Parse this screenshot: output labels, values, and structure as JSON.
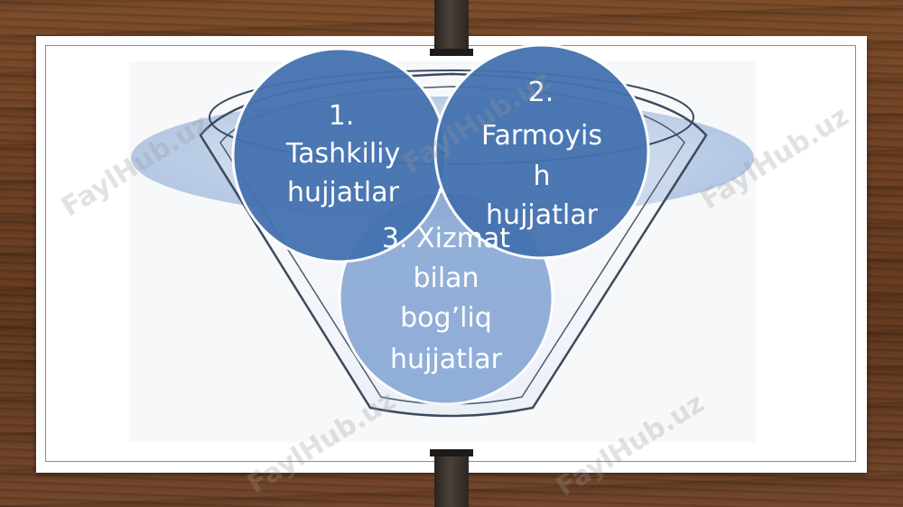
{
  "diagram": {
    "items": [
      {
        "lines": [
          "1.",
          "Tashkiliy",
          "hujjatlar"
        ]
      },
      {
        "lines": [
          "2.",
          "Farmoyis",
          "h",
          "hujjatlar"
        ]
      },
      {
        "lines": [
          "3. Xizmat",
          "bilan",
          "bog’liq",
          "hujjatlar"
        ]
      }
    ]
  },
  "watermark": {
    "text": "FaylHub.uz"
  },
  "colors": {
    "circle_dark": "#4472b0",
    "circle_light": "#8aa9d6",
    "ellipse_band": "#c9d7ea",
    "funnel_outline": "#3c4a5e",
    "frame_border": "#c9774a"
  }
}
